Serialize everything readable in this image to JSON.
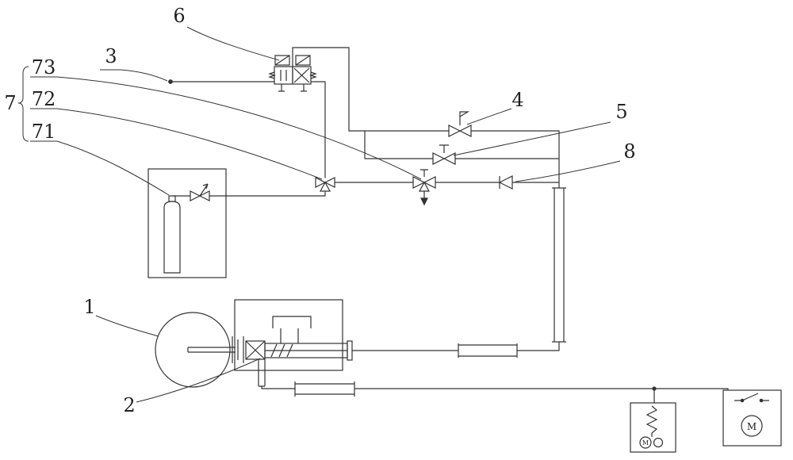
{
  "labels": {
    "n1": "1",
    "n2": "2",
    "n3": "3",
    "n4": "4",
    "n5": "5",
    "n6": "6",
    "n7": "7",
    "n8": "8",
    "n71": "71",
    "n72": "72",
    "n73": "73"
  },
  "symbols": {
    "motor_letter": "M",
    "pump_letter": "M"
  },
  "colors": {
    "line": "#333333",
    "background": "#ffffff"
  }
}
